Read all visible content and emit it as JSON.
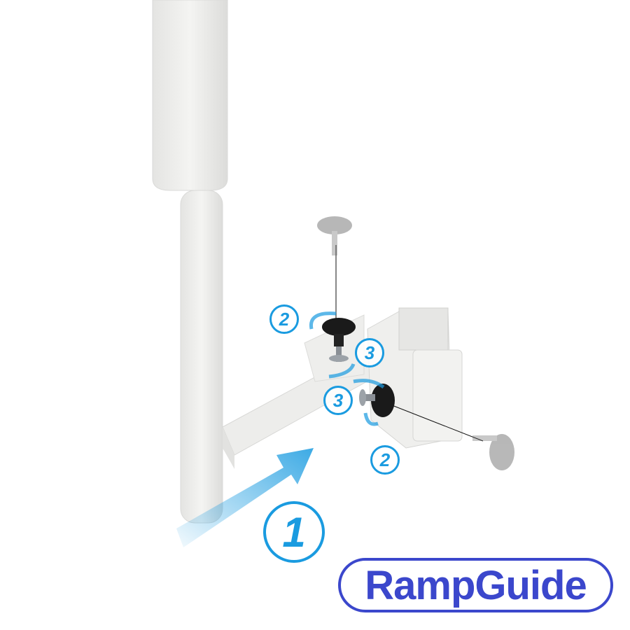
{
  "steps": {
    "step1": "1",
    "step2_top": "2",
    "step3_top": "3",
    "step3_side": "3",
    "step2_bottom": "2"
  },
  "logo": {
    "text": "RampGuide"
  },
  "colors": {
    "accent": "#1a9be0",
    "brand": "#3b47cc",
    "knob": "#1a1a1a",
    "frame": "#ececea"
  }
}
